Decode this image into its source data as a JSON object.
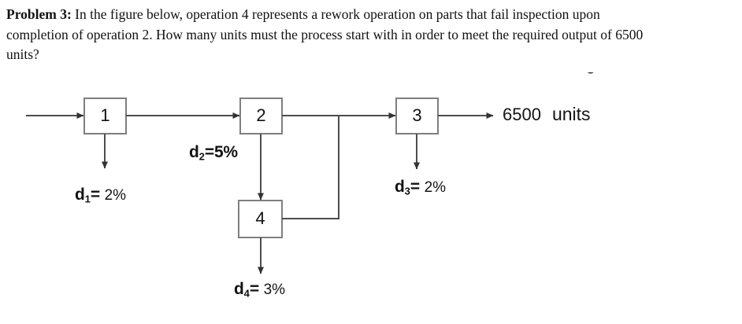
{
  "problem": {
    "label": "Problem 3:",
    "text": " In the figure below, operation 4 represents a rework operation on parts that fail inspection upon completion of operation 2. How many units must the process start with in order to meet the required output of 6500 units?"
  },
  "diagram": {
    "type": "process-flow",
    "operations": [
      {
        "id": "1",
        "label": "1"
      },
      {
        "id": "2",
        "label": "2"
      },
      {
        "id": "3",
        "label": "3"
      },
      {
        "id": "4",
        "label": "4"
      }
    ],
    "defect_labels": [
      {
        "id": "d1",
        "name": "d",
        "sub": "1",
        "eq": "=",
        "value": "2%"
      },
      {
        "id": "d2",
        "name": "d",
        "sub": "2",
        "eq": "=",
        "value": "5%"
      },
      {
        "id": "d3",
        "name": "d",
        "sub": "3",
        "eq": "=",
        "value": "2%"
      },
      {
        "id": "d4",
        "name": "d",
        "sub": "4",
        "eq": "=",
        "value": "3%"
      }
    ],
    "output": {
      "quantity": "6500",
      "unit": "units"
    },
    "clipped_glyph": "g",
    "colors": {
      "line": "#595959",
      "box_border": "#7f7f7f",
      "text": "#111111",
      "background": "#ffffff"
    }
  }
}
